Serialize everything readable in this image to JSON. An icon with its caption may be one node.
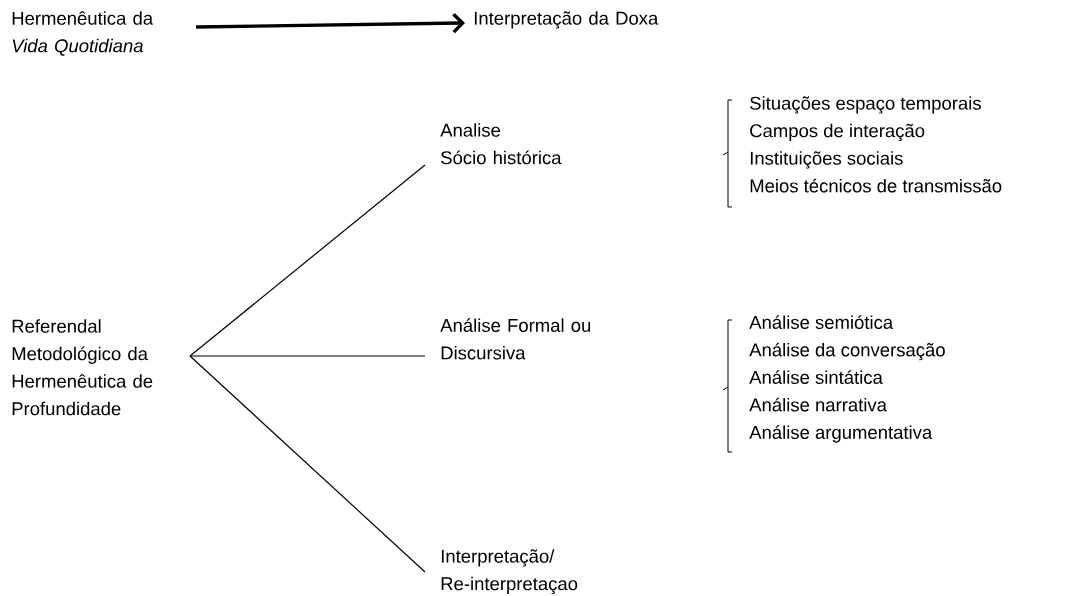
{
  "diagram": {
    "nodes": [
      {
        "text": [
          "Hermenêutica da",
          "Vida Quotidiana"
        ]
      },
      {
        "text": [
          "Interpretação da Doxa"
        ]
      },
      {
        "text": [
          "Referendal Metodológico da Hermenêutica de Profundidade"
        ]
      },
      {
        "text": [
          "Analise",
          "Sócio histórica"
        ]
      },
      {
        "text": [
          "Análise Formal ou Discursiva"
        ]
      },
      {
        "text": [
          "Interpretação/ Re-interpretaçao"
        ]
      }
    ],
    "edges": [
      {
        "from": 0,
        "to": 1,
        "arrow": "to",
        "style": "thick"
      },
      {
        "from": 2,
        "to": 3,
        "arrow": "none"
      },
      {
        "from": 2,
        "to": 4,
        "arrow": "none"
      },
      {
        "from": 2,
        "to": 5,
        "arrow": "none"
      }
    ],
    "labels": [
      "Situações espaço temporais",
      "Campos de interação",
      "Instituições sociais",
      "Meios técnicos de transmissão",
      "Análise semiótica",
      "Análise da conversação",
      "Análise sintática",
      "Análise narrativa",
      "Análise argumentativa"
    ]
  }
}
